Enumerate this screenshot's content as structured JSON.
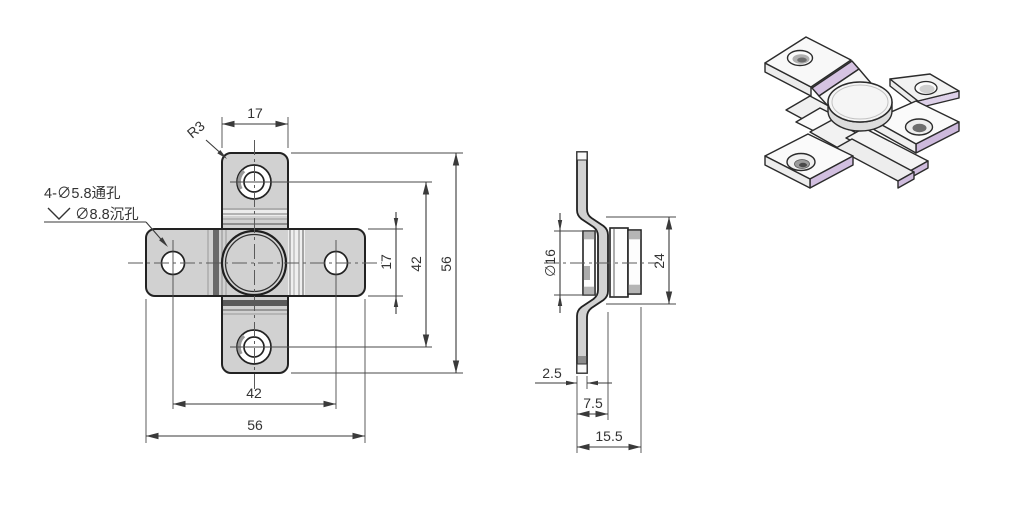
{
  "front_view": {
    "hole_note": {
      "line1": "4-∅5.8通孔",
      "line2": "∅8.8沉孔"
    },
    "radius_label": "R3",
    "dim_tab_width": "17",
    "dim_plate_height": "17",
    "dim_hole_spacing_vertical": "42",
    "dim_overall_height": "56",
    "dim_hole_spacing_horizontal": "42",
    "dim_overall_width": "56"
  },
  "side_view": {
    "dim_boss_diameter": "∅16",
    "dim_crank_height": "24",
    "dim_thickness": "2.5",
    "dim_step_depth": "7.5",
    "dim_overall_depth": "15.5"
  },
  "icons": {
    "countersink_symbol": "countersink-icon"
  },
  "colors": {
    "background": "#ffffff",
    "outline": "#262626",
    "part_fill": "#d1d1d1",
    "dim_line": "#3a3a3a",
    "accent_lavender": "#d2bfe0"
  }
}
